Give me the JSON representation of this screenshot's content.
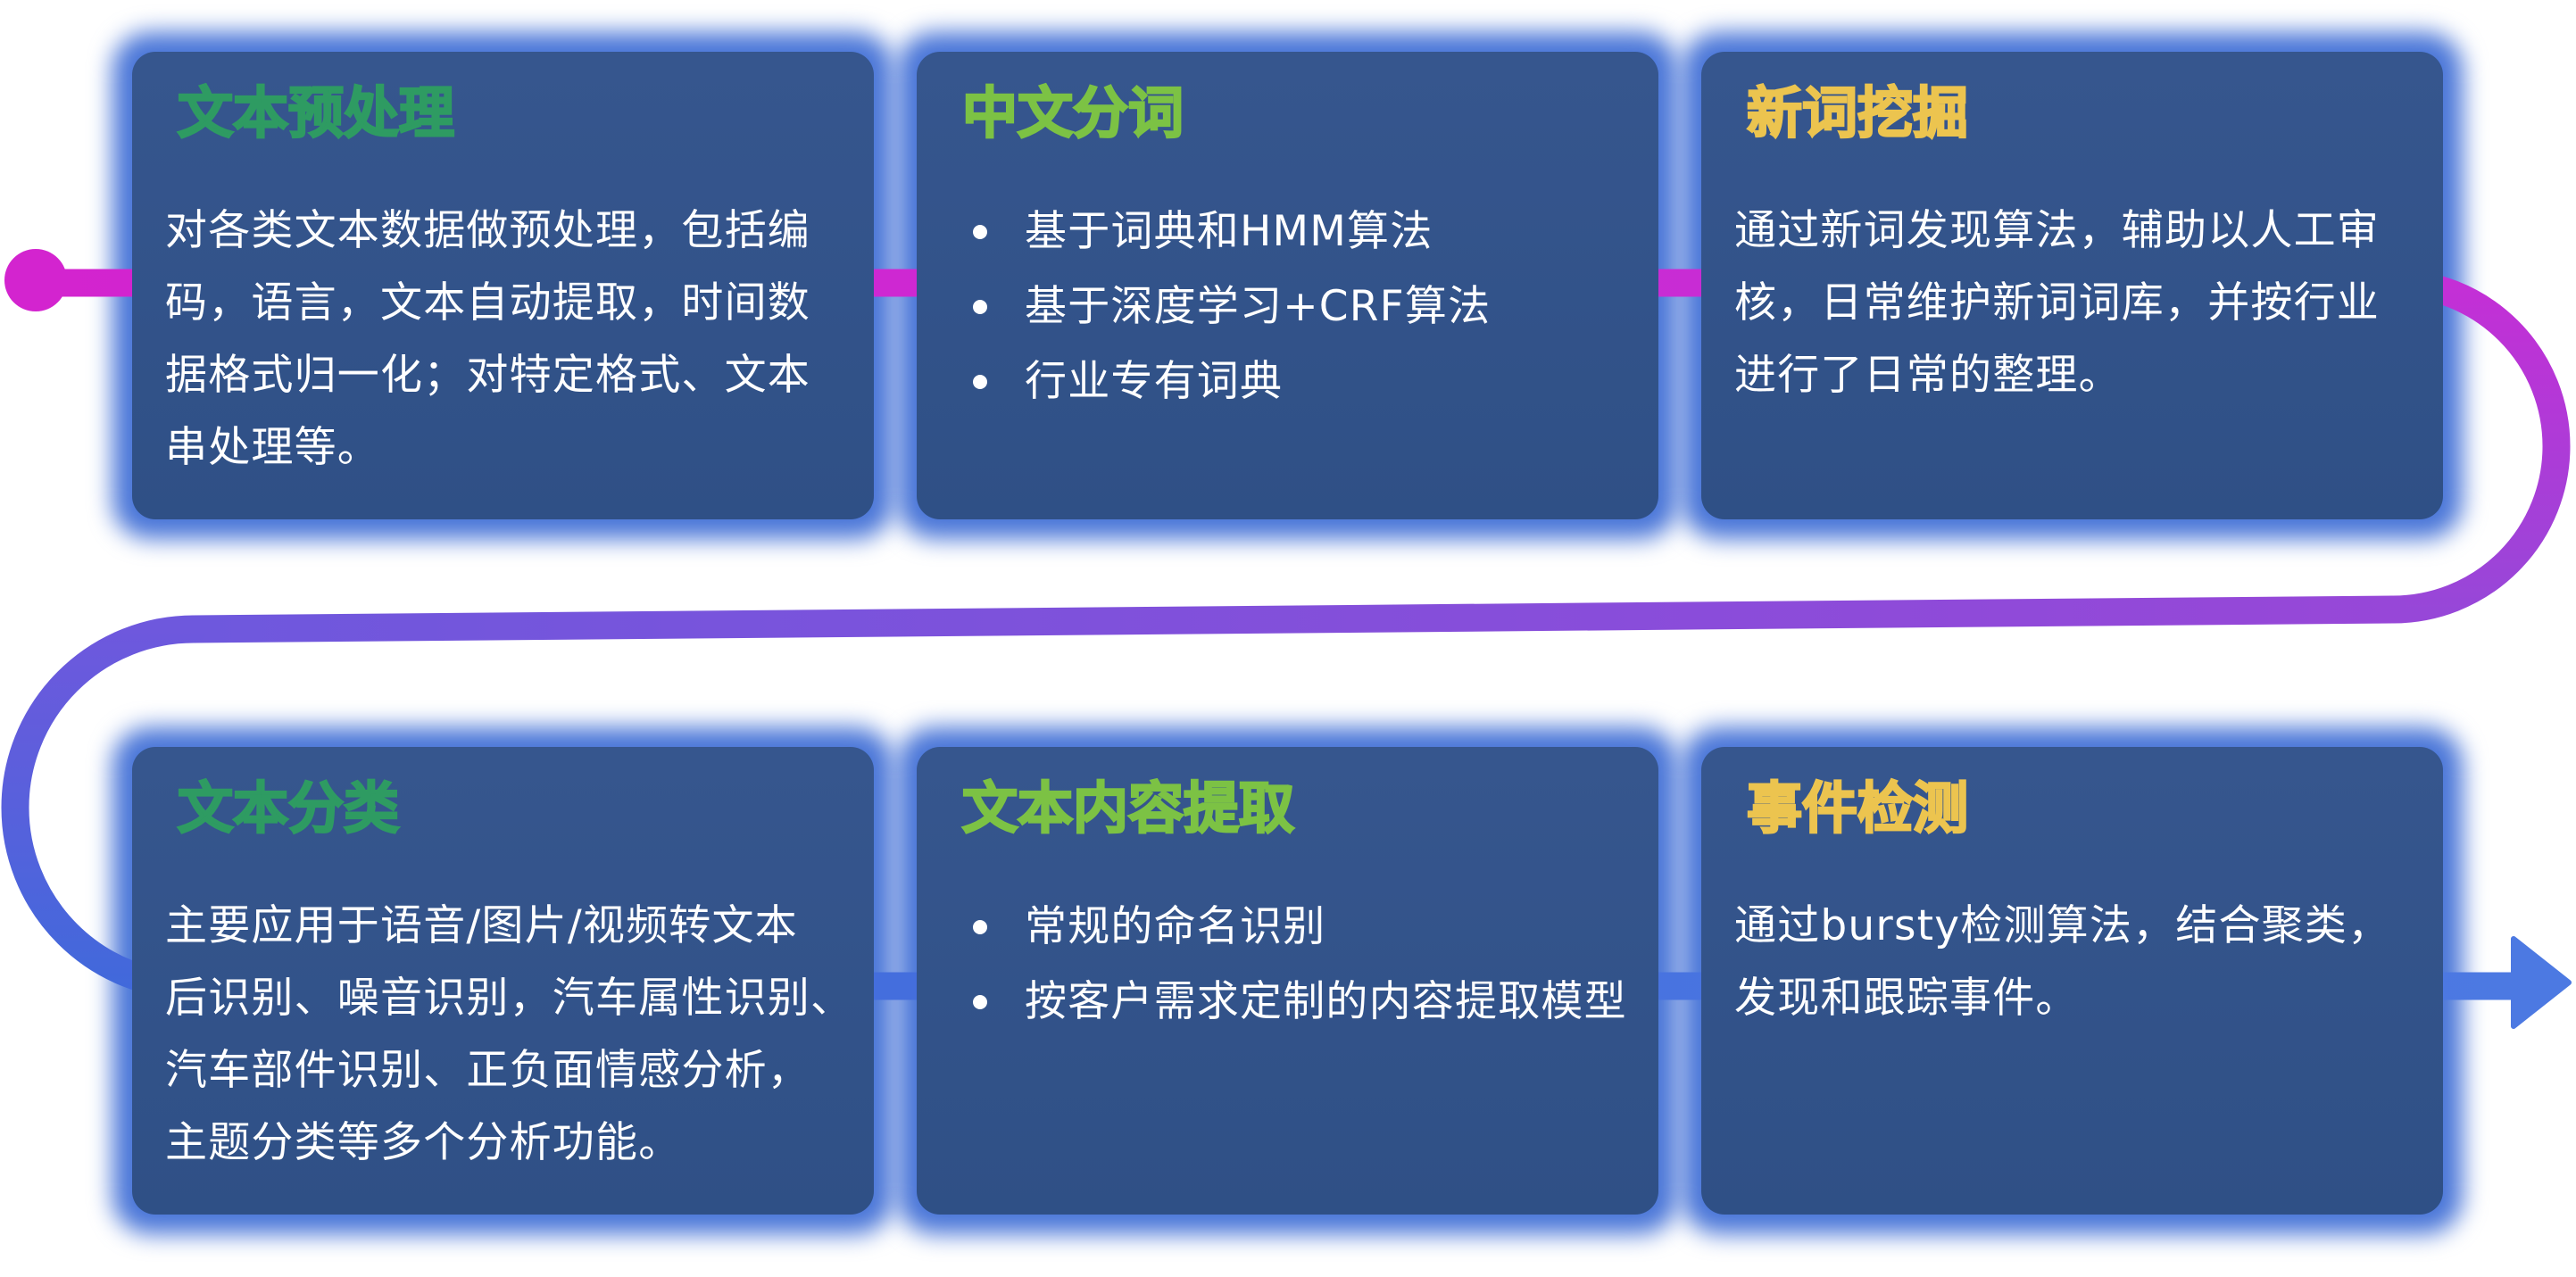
{
  "palette": {
    "background": "#ffffff",
    "card_fill_top": "#36568E",
    "card_fill_bottom": "#2F5086",
    "card_glow": "#4A76D8",
    "body_text": "#ffffff",
    "flow_magenta": "#D324CF",
    "flow_magenta_2": "#C42FD6",
    "flow_purple": "#9747D8",
    "flow_violet": "#6E58DD",
    "flow_blue": "#4169DB",
    "flow_blue_2": "#4C79E2"
  },
  "cards": [
    {
      "title": "文本预处理",
      "title_color": "#2E9B62",
      "body": "对各类文本数据做预处理，包括编\n码，语言，文本自动提取，时间数\n据格式归一化；对特定格式、文本\n串处理等。"
    },
    {
      "title": "中文分词",
      "title_color": "#7CC244",
      "bullets": [
        "基于词典和HMM算法",
        "基于深度学习+CRF算法",
        "行业专有词典"
      ]
    },
    {
      "title": "新词挖掘",
      "title_color": "#ECC44F",
      "body": "通过新词发现算法，辅助以人工审\n核，日常维护新词词库，并按行业\n进行了日常的整理。"
    },
    {
      "title": "文本分类",
      "title_color": "#2E9B62",
      "body": "主要应用于语音/图片/视频转文本\n后识别、噪音识别，汽车属性识别、\n汽车部件识别、正负面情感分析，\n主题分类等多个分析功能。"
    },
    {
      "title": "文本内容提取",
      "title_color": "#7CC244",
      "bullets": [
        "常规的命名识别",
        "按客户需求定制的内容提取模型"
      ]
    },
    {
      "title": "事件检测",
      "title_color": "#ECC44F",
      "body": "通过bursty检测算法，结合聚类，\n发现和跟踪事件。"
    }
  ]
}
